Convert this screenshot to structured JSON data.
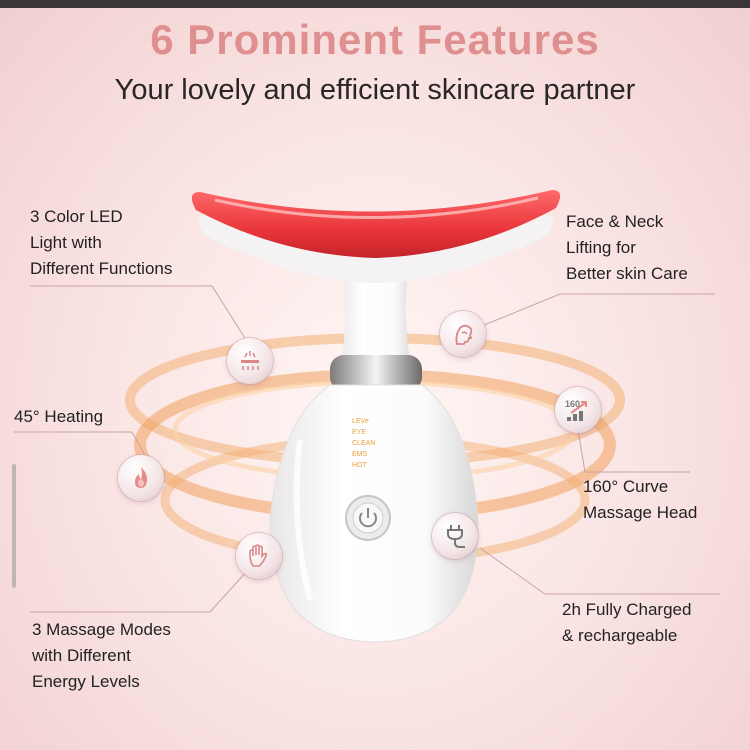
{
  "header": {
    "title": "6 Prominent Features",
    "subtitle": "Your lovely and efficient skincare partner"
  },
  "features": [
    {
      "label": "3 Color LED\nLight with\nDifferent Functions",
      "icon": "led-light-icon"
    },
    {
      "label": "Face & Neck\nLifting for\nBetter skin Care",
      "icon": "face-lift-icon"
    },
    {
      "label": "45°  Heating",
      "icon": "flame-icon"
    },
    {
      "label": "160°  Curve\nMassage Head",
      "icon": "curve-160-icon"
    },
    {
      "label": "3 Massage Modes\nwith Different\nEnergy Levels",
      "icon": "hand-icon"
    },
    {
      "label": "2h Fully Charged\n& rechargeable",
      "icon": "charging-plug-icon"
    }
  ],
  "device": {
    "modes": [
      "LEVe",
      "EYE",
      "CLEAN",
      "EMS",
      "HOT"
    ],
    "power_icon": "power-icon"
  },
  "colors": {
    "title": "#df8f8f",
    "led_red": "#e8343a",
    "glow_orange": "#f2a35b",
    "background": "#f9e3e2"
  }
}
